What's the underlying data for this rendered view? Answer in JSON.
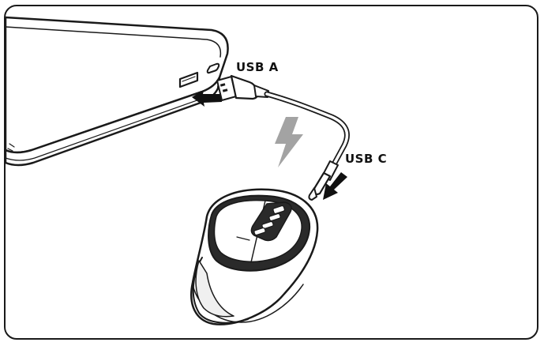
{
  "labels": {
    "usb_a": "USB A",
    "usb_c": "USB C"
  },
  "colors": {
    "outline": "#1a1a1a",
    "lightning": "#a3a3a3",
    "arrow": "#111111",
    "background": "#ffffff"
  },
  "icons": [
    "laptop",
    "usb-a-plug",
    "usb-c-plug",
    "lightning-bolt",
    "insert-arrow",
    "wireless-mouse"
  ]
}
